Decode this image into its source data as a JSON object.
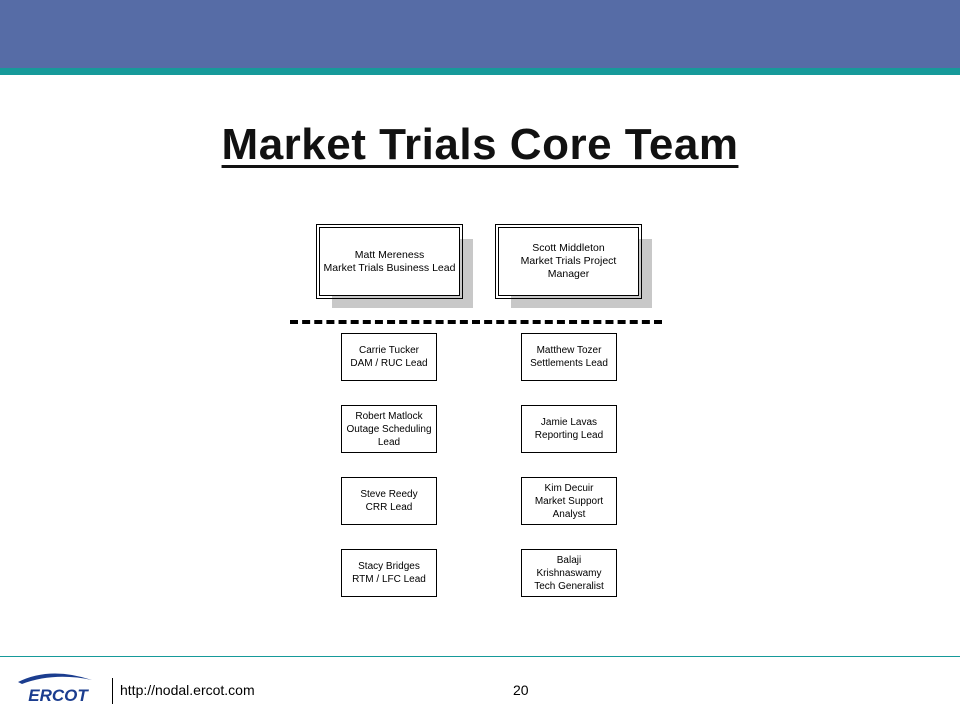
{
  "title": "Market Trials Core Team",
  "leaders": [
    {
      "text": "Matt Mereness\nMarket Trials Business Lead"
    },
    {
      "text": "Scott Middleton\nMarket Trials Project\nManager"
    }
  ],
  "left_column": [
    {
      "text": "Carrie Tucker\nDAM / RUC Lead"
    },
    {
      "text": "Robert Matlock\nOutage Scheduling\nLead"
    },
    {
      "text": "Steve Reedy\nCRR Lead"
    },
    {
      "text": "Stacy Bridges\nRTM / LFC Lead"
    }
  ],
  "right_column": [
    {
      "text": "Matthew Tozer\nSettlements Lead"
    },
    {
      "text": "Jamie Lavas\nReporting Lead"
    },
    {
      "text": "Kim Decuir\nMarket Support\nAnalyst"
    },
    {
      "text": "Balaji\nKrishnaswamy\nTech Generalist"
    }
  ],
  "footer": {
    "logo_text": "ERCOT",
    "url": "http://nodal.ercot.com",
    "page_number": "20"
  },
  "colors": {
    "header_bar": "#566ca6",
    "accent_stripe": "#169a9a",
    "logo_blue": "#1b3d8f"
  }
}
